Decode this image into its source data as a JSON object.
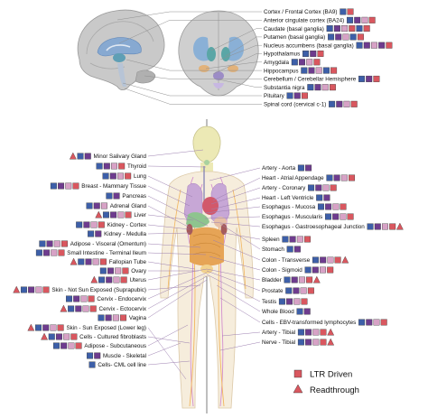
{
  "colors": {
    "blue": "#3d5fa8",
    "purple": "#6e3c8e",
    "pink": "#d7a2c6",
    "red": "#d9575f",
    "marker_edge": "#2b2b2b"
  },
  "brain_labels": [
    {
      "text": "Cortex / Frontal Cortex (BA9)",
      "marks": [
        "b",
        "s"
      ]
    },
    {
      "text": "Anterior cingulate cortex (BA24)",
      "marks": [
        "b",
        "p",
        "k",
        "s"
      ]
    },
    {
      "text": "Caudate (basal ganglia)",
      "marks": [
        "b",
        "p",
        "k",
        "s",
        "b",
        "s"
      ]
    },
    {
      "text": "Putamen (basal ganglia)",
      "marks": [
        "b",
        "p",
        "k",
        "b",
        "s"
      ]
    },
    {
      "text": "Nucleus accumbens (basal ganglia)",
      "marks": [
        "b",
        "p",
        "k",
        "p",
        "s"
      ]
    },
    {
      "text": "Hypothalamus",
      "marks": [
        "b",
        "p",
        "s"
      ]
    },
    {
      "text": "Amygdala",
      "marks": [
        "b",
        "p",
        "k",
        "s"
      ]
    },
    {
      "text": "Hippocampus",
      "marks": [
        "b",
        "p",
        "k",
        "b",
        "s"
      ]
    },
    {
      "text": "Cerebellum / Cerebellar Hemisphere",
      "marks": [
        "b",
        "p",
        "s"
      ]
    },
    {
      "text": "Substantia nigra",
      "marks": [
        "b",
        "p",
        "k",
        "s"
      ]
    },
    {
      "text": "Pituitary",
      "marks": [
        "b",
        "p",
        "s"
      ]
    },
    {
      "text": "Spinal cord (cervical c-1)",
      "marks": [
        "b",
        "p",
        "k",
        "s"
      ]
    }
  ],
  "left_labels": [
    {
      "text": "Minor Salivary Gland",
      "marks": [
        "t",
        "b",
        "p"
      ]
    },
    {
      "text": "Thyroid",
      "marks": [
        "b",
        "p",
        "k",
        "s"
      ]
    },
    {
      "text": "Lung",
      "marks": [
        "b",
        "p",
        "k",
        "s"
      ]
    },
    {
      "text": "Breast - Mammary Tissue",
      "marks": [
        "b",
        "p",
        "k",
        "s"
      ]
    },
    {
      "text": "Pancreas",
      "marks": [
        "b",
        "p"
      ]
    },
    {
      "text": "Adrenal Gland",
      "marks": [
        "b",
        "p",
        "k"
      ]
    },
    {
      "text": "Liver",
      "marks": [
        "t",
        "b",
        "p",
        "k",
        "s"
      ]
    },
    {
      "text": "Kidney - Cortex",
      "marks": [
        "b",
        "p",
        "k",
        "s"
      ]
    },
    {
      "text": "Kidney - Medulla",
      "marks": [
        "b",
        "p"
      ]
    },
    {
      "text": "Adipose - Visceral (Omentum)",
      "marks": [
        "b",
        "p",
        "k",
        "s"
      ]
    },
    {
      "text": "Small Intestine - Terminal Ileum",
      "marks": [
        "b",
        "p",
        "k",
        "s"
      ]
    },
    {
      "text": "Fallopian Tube",
      "marks": [
        "t",
        "b",
        "p",
        "k",
        "s"
      ]
    },
    {
      "text": "Ovary",
      "marks": [
        "b",
        "p",
        "k",
        "s"
      ]
    },
    {
      "text": "Uterus",
      "marks": [
        "t",
        "b",
        "p",
        "k",
        "s"
      ]
    },
    {
      "text": "Skin - Not Sun Exposed (Suprapubic)",
      "marks": [
        "t",
        "b",
        "p",
        "k",
        "s"
      ]
    },
    {
      "text": "Cervix - Endocervix",
      "marks": [
        "b",
        "p",
        "k",
        "s"
      ]
    },
    {
      "text": "Cervix - Ectocervix",
      "marks": [
        "t",
        "b",
        "p",
        "k",
        "s"
      ]
    },
    {
      "text": "Vagina",
      "marks": [
        "b",
        "p",
        "k",
        "s"
      ]
    },
    {
      "text": "Skin - Sun Exposed (Lower leg)",
      "marks": [
        "t",
        "b",
        "p",
        "k",
        "s"
      ]
    },
    {
      "text": "Cells - Cultured fibroblasts",
      "marks": [
        "t",
        "b",
        "p",
        "k",
        "s"
      ]
    },
    {
      "text": "Adipose - Subcutaneous",
      "marks": [
        "b",
        "p",
        "k",
        "s"
      ]
    },
    {
      "text": "Muscle - Skeletal",
      "marks": [
        "b",
        "p"
      ]
    },
    {
      "text": "Cells- CML cell line",
      "marks": [
        "b"
      ]
    }
  ],
  "right_labels": [
    {
      "text": "Artery - Aorta",
      "marks": [
        "b",
        "p"
      ]
    },
    {
      "text": "Heart - Atrial Appendage",
      "marks": [
        "b",
        "p",
        "k",
        "s"
      ]
    },
    {
      "text": "Artery - Coronary",
      "marks": [
        "b",
        "p",
        "k",
        "s"
      ]
    },
    {
      "text": "Heart - Left Ventricle",
      "marks": [
        "b",
        "p"
      ]
    },
    {
      "text": "Esophagus - Mucosa",
      "marks": [
        "b",
        "p",
        "k",
        "s"
      ]
    },
    {
      "text": "Esophagus - Muscularis",
      "marks": [
        "b",
        "p",
        "k",
        "s"
      ]
    },
    {
      "text": "Esophagus - Gastroesophageal Junction",
      "marks": [
        "b",
        "p",
        "k",
        "s",
        "t"
      ]
    },
    {
      "text": "Spleen",
      "marks": [
        "b",
        "p",
        "k",
        "s"
      ]
    },
    {
      "text": "Stomach",
      "marks": [
        "b",
        "p"
      ]
    },
    {
      "text": "Colon - Transverse",
      "marks": [
        "b",
        "p",
        "k",
        "s",
        "t"
      ]
    },
    {
      "text": "Colon - Sigmoid",
      "marks": [
        "b",
        "p",
        "k",
        "s"
      ]
    },
    {
      "text": "Bladder",
      "marks": [
        "b",
        "p",
        "k",
        "s",
        "t"
      ]
    },
    {
      "text": "Prostate",
      "marks": [
        "b",
        "p",
        "k",
        "s"
      ]
    },
    {
      "text": "Testis",
      "marks": [
        "b",
        "p",
        "k",
        "s"
      ]
    },
    {
      "text": "Whole Blood",
      "marks": [
        "b",
        "p"
      ]
    },
    {
      "text": "Cells - EBV-transformed lymphocytes",
      "marks": [
        "b",
        "p",
        "k",
        "s"
      ]
    },
    {
      "text": "Artery - Tibial",
      "marks": [
        "b",
        "p",
        "k",
        "s",
        "t"
      ]
    },
    {
      "text": "Nerve - Tibial",
      "marks": [
        "b",
        "p",
        "k",
        "s",
        "t"
      ]
    }
  ],
  "legend": {
    "ltr": "LTR Driven",
    "readthrough": "Readthrough"
  }
}
